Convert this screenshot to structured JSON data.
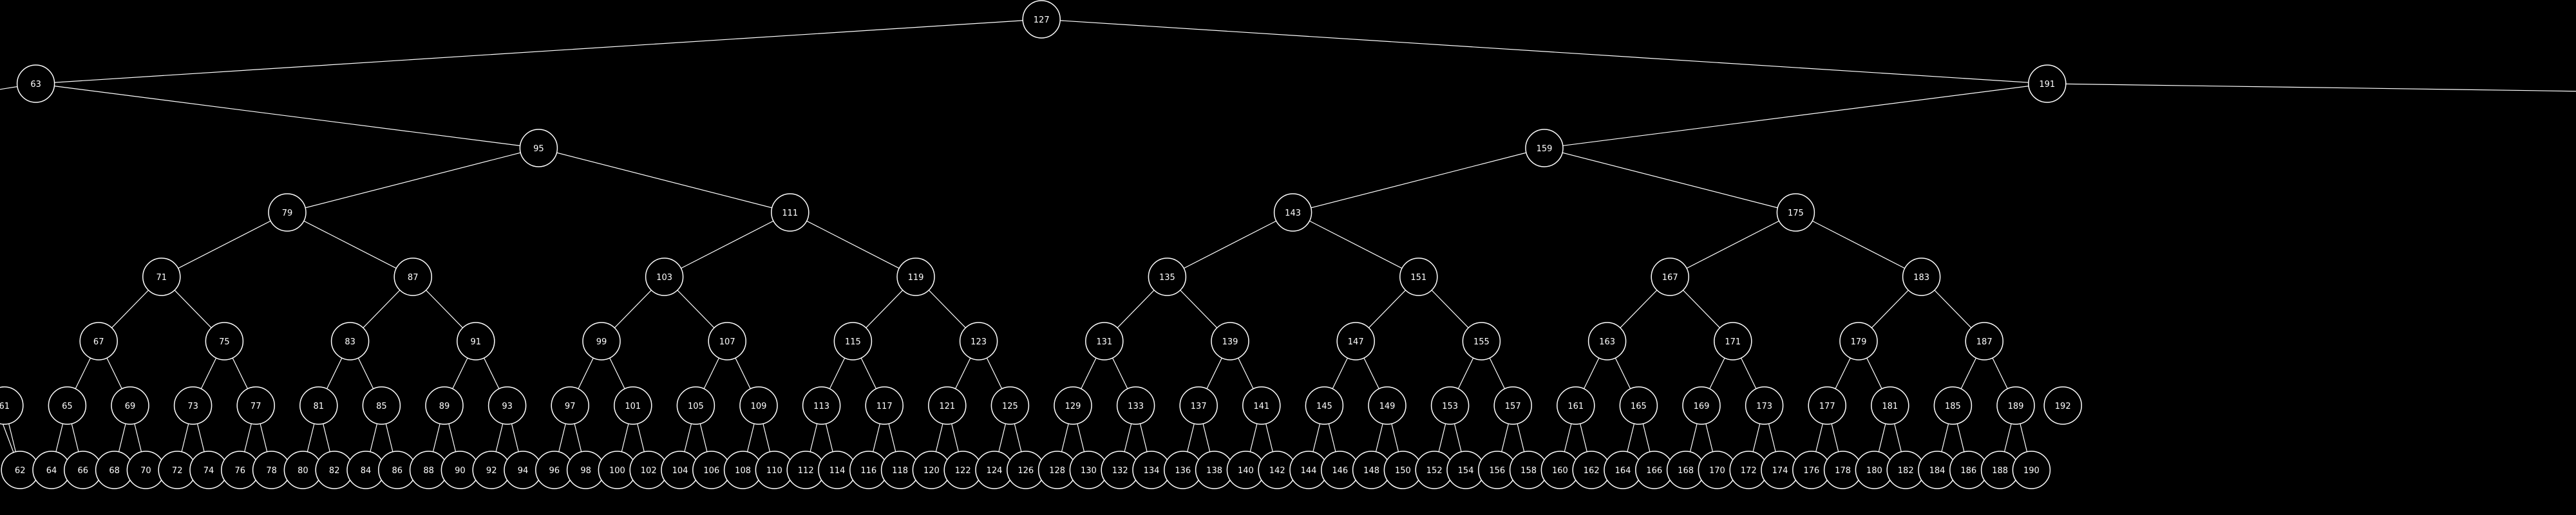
{
  "diagram": {
    "type": "binary-search-tree",
    "colors": {
      "background": "#000000",
      "stroke": "#ffffff",
      "text": "#ffffff"
    },
    "visible_range": {
      "min": 60,
      "max": 192
    },
    "root": 127,
    "nodes": [
      {
        "v": 127,
        "d": 0,
        "p": null
      },
      {
        "v": 63,
        "d": 1,
        "p": 127
      },
      {
        "v": 191,
        "d": 1,
        "p": 127
      },
      {
        "v": 95,
        "d": 2,
        "p": 63
      },
      {
        "v": 159,
        "d": 2,
        "p": 191
      },
      {
        "v": 79,
        "d": 3,
        "p": 95
      },
      {
        "v": 111,
        "d": 3,
        "p": 95
      },
      {
        "v": 143,
        "d": 3,
        "p": 159
      },
      {
        "v": 175,
        "d": 3,
        "p": 159
      },
      {
        "v": 71,
        "d": 4,
        "p": 79
      },
      {
        "v": 87,
        "d": 4,
        "p": 79
      },
      {
        "v": 103,
        "d": 4,
        "p": 111
      },
      {
        "v": 119,
        "d": 4,
        "p": 111
      },
      {
        "v": 135,
        "d": 4,
        "p": 143
      },
      {
        "v": 151,
        "d": 4,
        "p": 143
      },
      {
        "v": 167,
        "d": 4,
        "p": 175
      },
      {
        "v": 183,
        "d": 4,
        "p": 175
      },
      {
        "v": 67,
        "d": 5,
        "p": 71
      },
      {
        "v": 75,
        "d": 5,
        "p": 71
      },
      {
        "v": 83,
        "d": 5,
        "p": 87
      },
      {
        "v": 91,
        "d": 5,
        "p": 87
      },
      {
        "v": 99,
        "d": 5,
        "p": 103
      },
      {
        "v": 107,
        "d": 5,
        "p": 103
      },
      {
        "v": 115,
        "d": 5,
        "p": 119
      },
      {
        "v": 123,
        "d": 5,
        "p": 119
      },
      {
        "v": 131,
        "d": 5,
        "p": 135
      },
      {
        "v": 139,
        "d": 5,
        "p": 135
      },
      {
        "v": 147,
        "d": 5,
        "p": 151
      },
      {
        "v": 155,
        "d": 5,
        "p": 151
      },
      {
        "v": 163,
        "d": 5,
        "p": 167
      },
      {
        "v": 171,
        "d": 5,
        "p": 167
      },
      {
        "v": 179,
        "d": 5,
        "p": 183
      },
      {
        "v": 187,
        "d": 5,
        "p": 183
      },
      {
        "v": 61,
        "d": 6,
        "p": null
      },
      {
        "v": 65,
        "d": 6,
        "p": 67
      },
      {
        "v": 69,
        "d": 6,
        "p": 67
      },
      {
        "v": 73,
        "d": 6,
        "p": 75
      },
      {
        "v": 77,
        "d": 6,
        "p": 75
      },
      {
        "v": 81,
        "d": 6,
        "p": 83
      },
      {
        "v": 85,
        "d": 6,
        "p": 83
      },
      {
        "v": 89,
        "d": 6,
        "p": 91
      },
      {
        "v": 93,
        "d": 6,
        "p": 91
      },
      {
        "v": 97,
        "d": 6,
        "p": 99
      },
      {
        "v": 101,
        "d": 6,
        "p": 99
      },
      {
        "v": 105,
        "d": 6,
        "p": 107
      },
      {
        "v": 109,
        "d": 6,
        "p": 107
      },
      {
        "v": 113,
        "d": 6,
        "p": 115
      },
      {
        "v": 117,
        "d": 6,
        "p": 115
      },
      {
        "v": 121,
        "d": 6,
        "p": 123
      },
      {
        "v": 125,
        "d": 6,
        "p": 123
      },
      {
        "v": 129,
        "d": 6,
        "p": 131
      },
      {
        "v": 133,
        "d": 6,
        "p": 131
      },
      {
        "v": 137,
        "d": 6,
        "p": 139
      },
      {
        "v": 141,
        "d": 6,
        "p": 139
      },
      {
        "v": 145,
        "d": 6,
        "p": 147
      },
      {
        "v": 149,
        "d": 6,
        "p": 147
      },
      {
        "v": 153,
        "d": 6,
        "p": 155
      },
      {
        "v": 157,
        "d": 6,
        "p": 155
      },
      {
        "v": 161,
        "d": 6,
        "p": 163
      },
      {
        "v": 165,
        "d": 6,
        "p": 163
      },
      {
        "v": 169,
        "d": 6,
        "p": 171
      },
      {
        "v": 173,
        "d": 6,
        "p": 171
      },
      {
        "v": 177,
        "d": 6,
        "p": 179
      },
      {
        "v": 181,
        "d": 6,
        "p": 179
      },
      {
        "v": 185,
        "d": 6,
        "p": 187
      },
      {
        "v": 189,
        "d": 6,
        "p": 187
      },
      {
        "v": 192,
        "d": 6,
        "p": null
      },
      {
        "v": 62,
        "d": 7,
        "p": 61
      },
      {
        "v": 64,
        "d": 7,
        "p": 65
      },
      {
        "v": 66,
        "d": 7,
        "p": 65
      },
      {
        "v": 68,
        "d": 7,
        "p": 69
      },
      {
        "v": 70,
        "d": 7,
        "p": 69
      },
      {
        "v": 72,
        "d": 7,
        "p": 73
      },
      {
        "v": 74,
        "d": 7,
        "p": 73
      },
      {
        "v": 76,
        "d": 7,
        "p": 77
      },
      {
        "v": 78,
        "d": 7,
        "p": 77
      },
      {
        "v": 80,
        "d": 7,
        "p": 81
      },
      {
        "v": 82,
        "d": 7,
        "p": 81
      },
      {
        "v": 84,
        "d": 7,
        "p": 85
      },
      {
        "v": 86,
        "d": 7,
        "p": 85
      },
      {
        "v": 88,
        "d": 7,
        "p": 89
      },
      {
        "v": 90,
        "d": 7,
        "p": 89
      },
      {
        "v": 92,
        "d": 7,
        "p": 93
      },
      {
        "v": 94,
        "d": 7,
        "p": 93
      },
      {
        "v": 96,
        "d": 7,
        "p": 97
      },
      {
        "v": 98,
        "d": 7,
        "p": 97
      },
      {
        "v": 100,
        "d": 7,
        "p": 101
      },
      {
        "v": 102,
        "d": 7,
        "p": 101
      },
      {
        "v": 104,
        "d": 7,
        "p": 105
      },
      {
        "v": 106,
        "d": 7,
        "p": 105
      },
      {
        "v": 108,
        "d": 7,
        "p": 109
      },
      {
        "v": 110,
        "d": 7,
        "p": 109
      },
      {
        "v": 112,
        "d": 7,
        "p": 113
      },
      {
        "v": 114,
        "d": 7,
        "p": 113
      },
      {
        "v": 116,
        "d": 7,
        "p": 117
      },
      {
        "v": 118,
        "d": 7,
        "p": 117
      },
      {
        "v": 120,
        "d": 7,
        "p": 121
      },
      {
        "v": 122,
        "d": 7,
        "p": 121
      },
      {
        "v": 124,
        "d": 7,
        "p": 125
      },
      {
        "v": 126,
        "d": 7,
        "p": 125
      },
      {
        "v": 128,
        "d": 7,
        "p": 129
      },
      {
        "v": 130,
        "d": 7,
        "p": 129
      },
      {
        "v": 132,
        "d": 7,
        "p": 133
      },
      {
        "v": 134,
        "d": 7,
        "p": 133
      },
      {
        "v": 136,
        "d": 7,
        "p": 137
      },
      {
        "v": 138,
        "d": 7,
        "p": 137
      },
      {
        "v": 140,
        "d": 7,
        "p": 141
      },
      {
        "v": 142,
        "d": 7,
        "p": 141
      },
      {
        "v": 144,
        "d": 7,
        "p": 145
      },
      {
        "v": 146,
        "d": 7,
        "p": 145
      },
      {
        "v": 148,
        "d": 7,
        "p": 149
      },
      {
        "v": 150,
        "d": 7,
        "p": 149
      },
      {
        "v": 152,
        "d": 7,
        "p": 153
      },
      {
        "v": 154,
        "d": 7,
        "p": 153
      },
      {
        "v": 156,
        "d": 7,
        "p": 157
      },
      {
        "v": 158,
        "d": 7,
        "p": 157
      },
      {
        "v": 160,
        "d": 7,
        "p": 161
      },
      {
        "v": 162,
        "d": 7,
        "p": 161
      },
      {
        "v": 164,
        "d": 7,
        "p": 165
      },
      {
        "v": 166,
        "d": 7,
        "p": 165
      },
      {
        "v": 168,
        "d": 7,
        "p": 169
      },
      {
        "v": 170,
        "d": 7,
        "p": 169
      },
      {
        "v": 172,
        "d": 7,
        "p": 173
      },
      {
        "v": 174,
        "d": 7,
        "p": 173
      },
      {
        "v": 176,
        "d": 7,
        "p": 177
      },
      {
        "v": 178,
        "d": 7,
        "p": 177
      },
      {
        "v": 180,
        "d": 7,
        "p": 181
      },
      {
        "v": 182,
        "d": 7,
        "p": 181
      },
      {
        "v": 184,
        "d": 7,
        "p": 185
      },
      {
        "v": 186,
        "d": 7,
        "p": 185
      },
      {
        "v": 188,
        "d": 7,
        "p": 189
      },
      {
        "v": 190,
        "d": 7,
        "p": 189
      }
    ],
    "offscreen_edges": [
      {
        "from": 63,
        "toward": "left"
      },
      {
        "from": 191,
        "toward": "right"
      },
      {
        "from": 61,
        "toward": "left-down"
      },
      {
        "from": 62,
        "toward": "left-up"
      }
    ]
  }
}
